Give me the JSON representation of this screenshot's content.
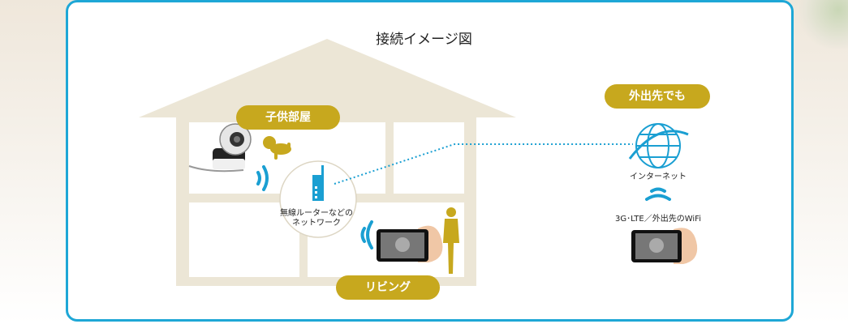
{
  "diagram": {
    "title": "接続イメージ図",
    "rooms": {
      "kids_room": "子供部屋",
      "living": "リビング",
      "outside": "外出先でも"
    },
    "router_label_line1": "無線ルーターなどの",
    "router_label_line2": "ネットワーク",
    "internet_label": "インターネット",
    "mobile_label": "3G･LTE／外出先のWiFi"
  },
  "colors": {
    "border": "#1ea7d6",
    "accent": "#c7a81e",
    "wave": "#1a9fd2",
    "house": "#ece6d6"
  },
  "icons": [
    "camera-icon",
    "baby-icon",
    "router-icon",
    "wifi-waves-icon",
    "globe-icon",
    "smartphone-icon",
    "person-icon"
  ]
}
